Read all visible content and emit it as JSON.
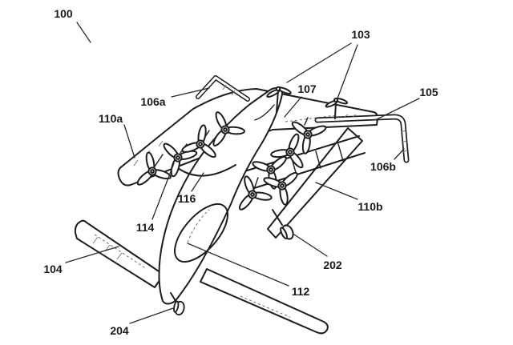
{
  "figure": {
    "type": "patent-line-drawing",
    "subject": "multi-rotor VTOL aircraft",
    "background": "#ffffff",
    "line_color": "#1d1d1d",
    "label_color": "#1a1a1a"
  },
  "labels": {
    "n100": "100",
    "n103": "103",
    "n104": "104",
    "n105": "105",
    "n106a": "106a",
    "n106b": "106b",
    "n107": "107",
    "n110a": "110a",
    "n110b": "110b",
    "n112": "112",
    "n114": "114",
    "n116": "116",
    "n202": "202",
    "n204": "204"
  }
}
